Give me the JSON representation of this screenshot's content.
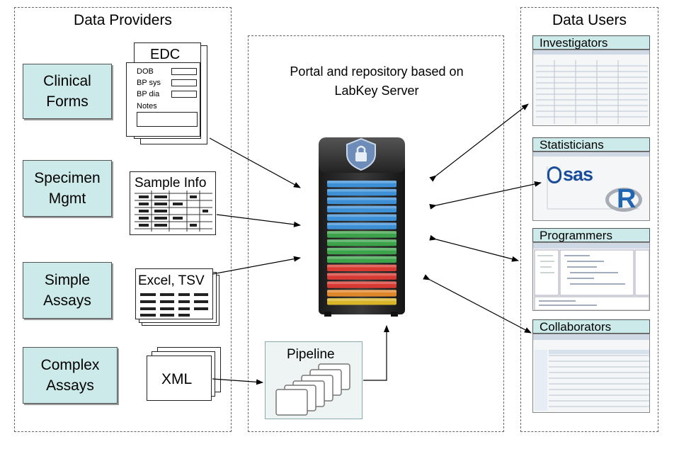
{
  "providers": {
    "title": "Data Providers",
    "sources": [
      {
        "label_line1": "Clinical",
        "label_line2": "Forms"
      },
      {
        "label_line1": "Specimen",
        "label_line2": "Mgmt"
      },
      {
        "label_line1": "Simple",
        "label_line2": "Assays"
      },
      {
        "label_line1": "Complex",
        "label_line2": "Assays"
      }
    ],
    "edc": {
      "title": "EDC",
      "fields": [
        "DOB",
        "BP sys",
        "BP dia",
        "Notes"
      ]
    },
    "sample_info": "Sample Info",
    "excel": "Excel, TSV",
    "xml": "XML"
  },
  "server": {
    "caption_line1": "Portal and repository based on",
    "caption_line2": "LabKey Server",
    "pipeline": "Pipeline",
    "tier_colors": [
      "#3d8fd6",
      "#3d8fd6",
      "#3d8fd6",
      "#3d8fd6",
      "#3d8fd6",
      "#3d8fd6",
      "#3da34a",
      "#3da34a",
      "#3da34a",
      "#3da34a",
      "#d63a32",
      "#d63a32",
      "#d63a32",
      "#e0862a",
      "#d8b52a"
    ]
  },
  "users": {
    "title": "Data Users",
    "groups": [
      {
        "label": "Investigators"
      },
      {
        "label": "Statisticians"
      },
      {
        "label": "Programmers"
      },
      {
        "label": "Collaborators"
      }
    ],
    "sas_logo": "sas",
    "r_logo": "R"
  },
  "colors": {
    "accent_box": "#cdeaea",
    "panel_border": "#666666"
  }
}
